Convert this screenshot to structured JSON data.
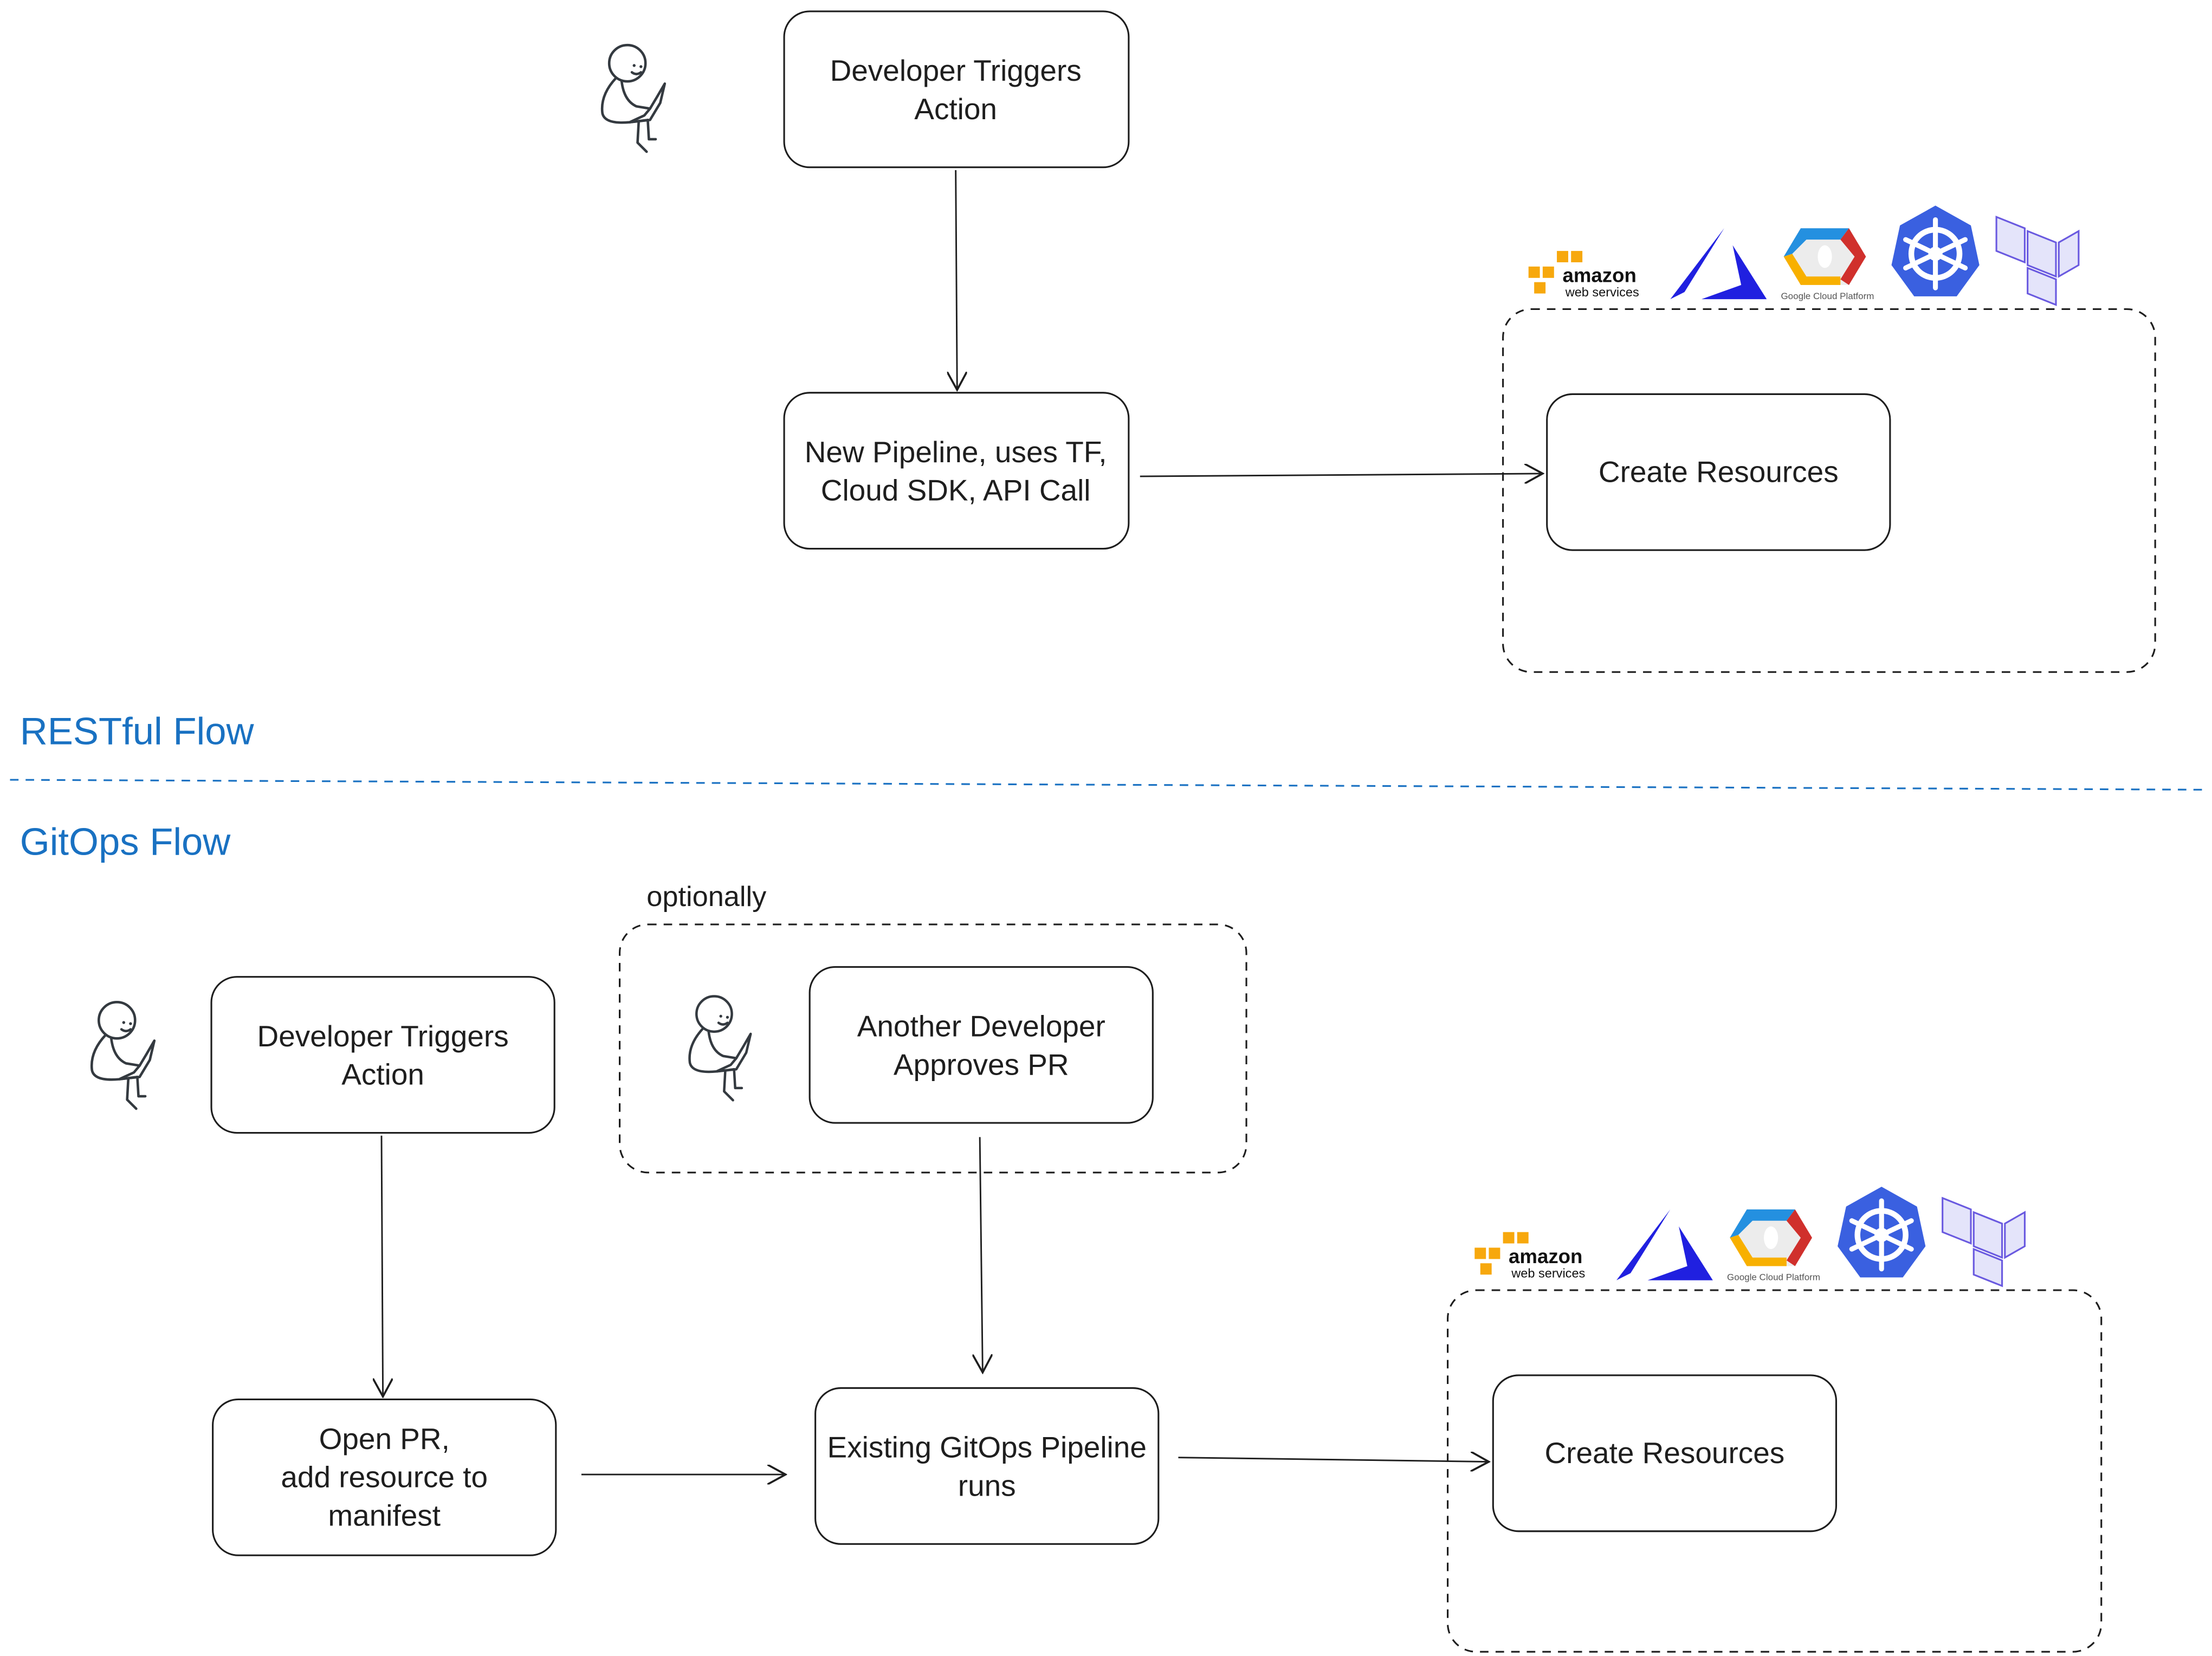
{
  "restful": {
    "section_label": "RESTful Flow",
    "trigger": [
      "Developer Triggers",
      "Action"
    ],
    "pipeline": [
      "New Pipeline, uses TF,",
      "Cloud SDK, API Call"
    ],
    "create": "Create Resources"
  },
  "gitops": {
    "section_label": "GitOps Flow",
    "optional_label": "optionally",
    "trigger": [
      "Developer Triggers",
      "Action"
    ],
    "approve": [
      "Another Developer",
      "Approves PR"
    ],
    "open_pr": [
      "Open PR,",
      "add resource to",
      "manifest"
    ],
    "pipeline": [
      "Existing GitOps Pipeline",
      "runs"
    ],
    "create": "Create Resources"
  },
  "logos": {
    "aws": [
      "amazon",
      "web services"
    ],
    "gcp": "Google Cloud Platform",
    "icons": [
      "aws-logo",
      "azure-logo",
      "google-cloud-logo",
      "kubernetes-logo",
      "terraform-logo"
    ]
  },
  "colors": {
    "section": "#1971c2",
    "aws": "#f7a80d",
    "azure": "#2020e0",
    "gcp_blue": "#2490e0",
    "gcp_red": "#d0302c",
    "gcp_yellow": "#f8b000",
    "k8s": "#3a60e0",
    "terraform": "#6a5ae0"
  }
}
